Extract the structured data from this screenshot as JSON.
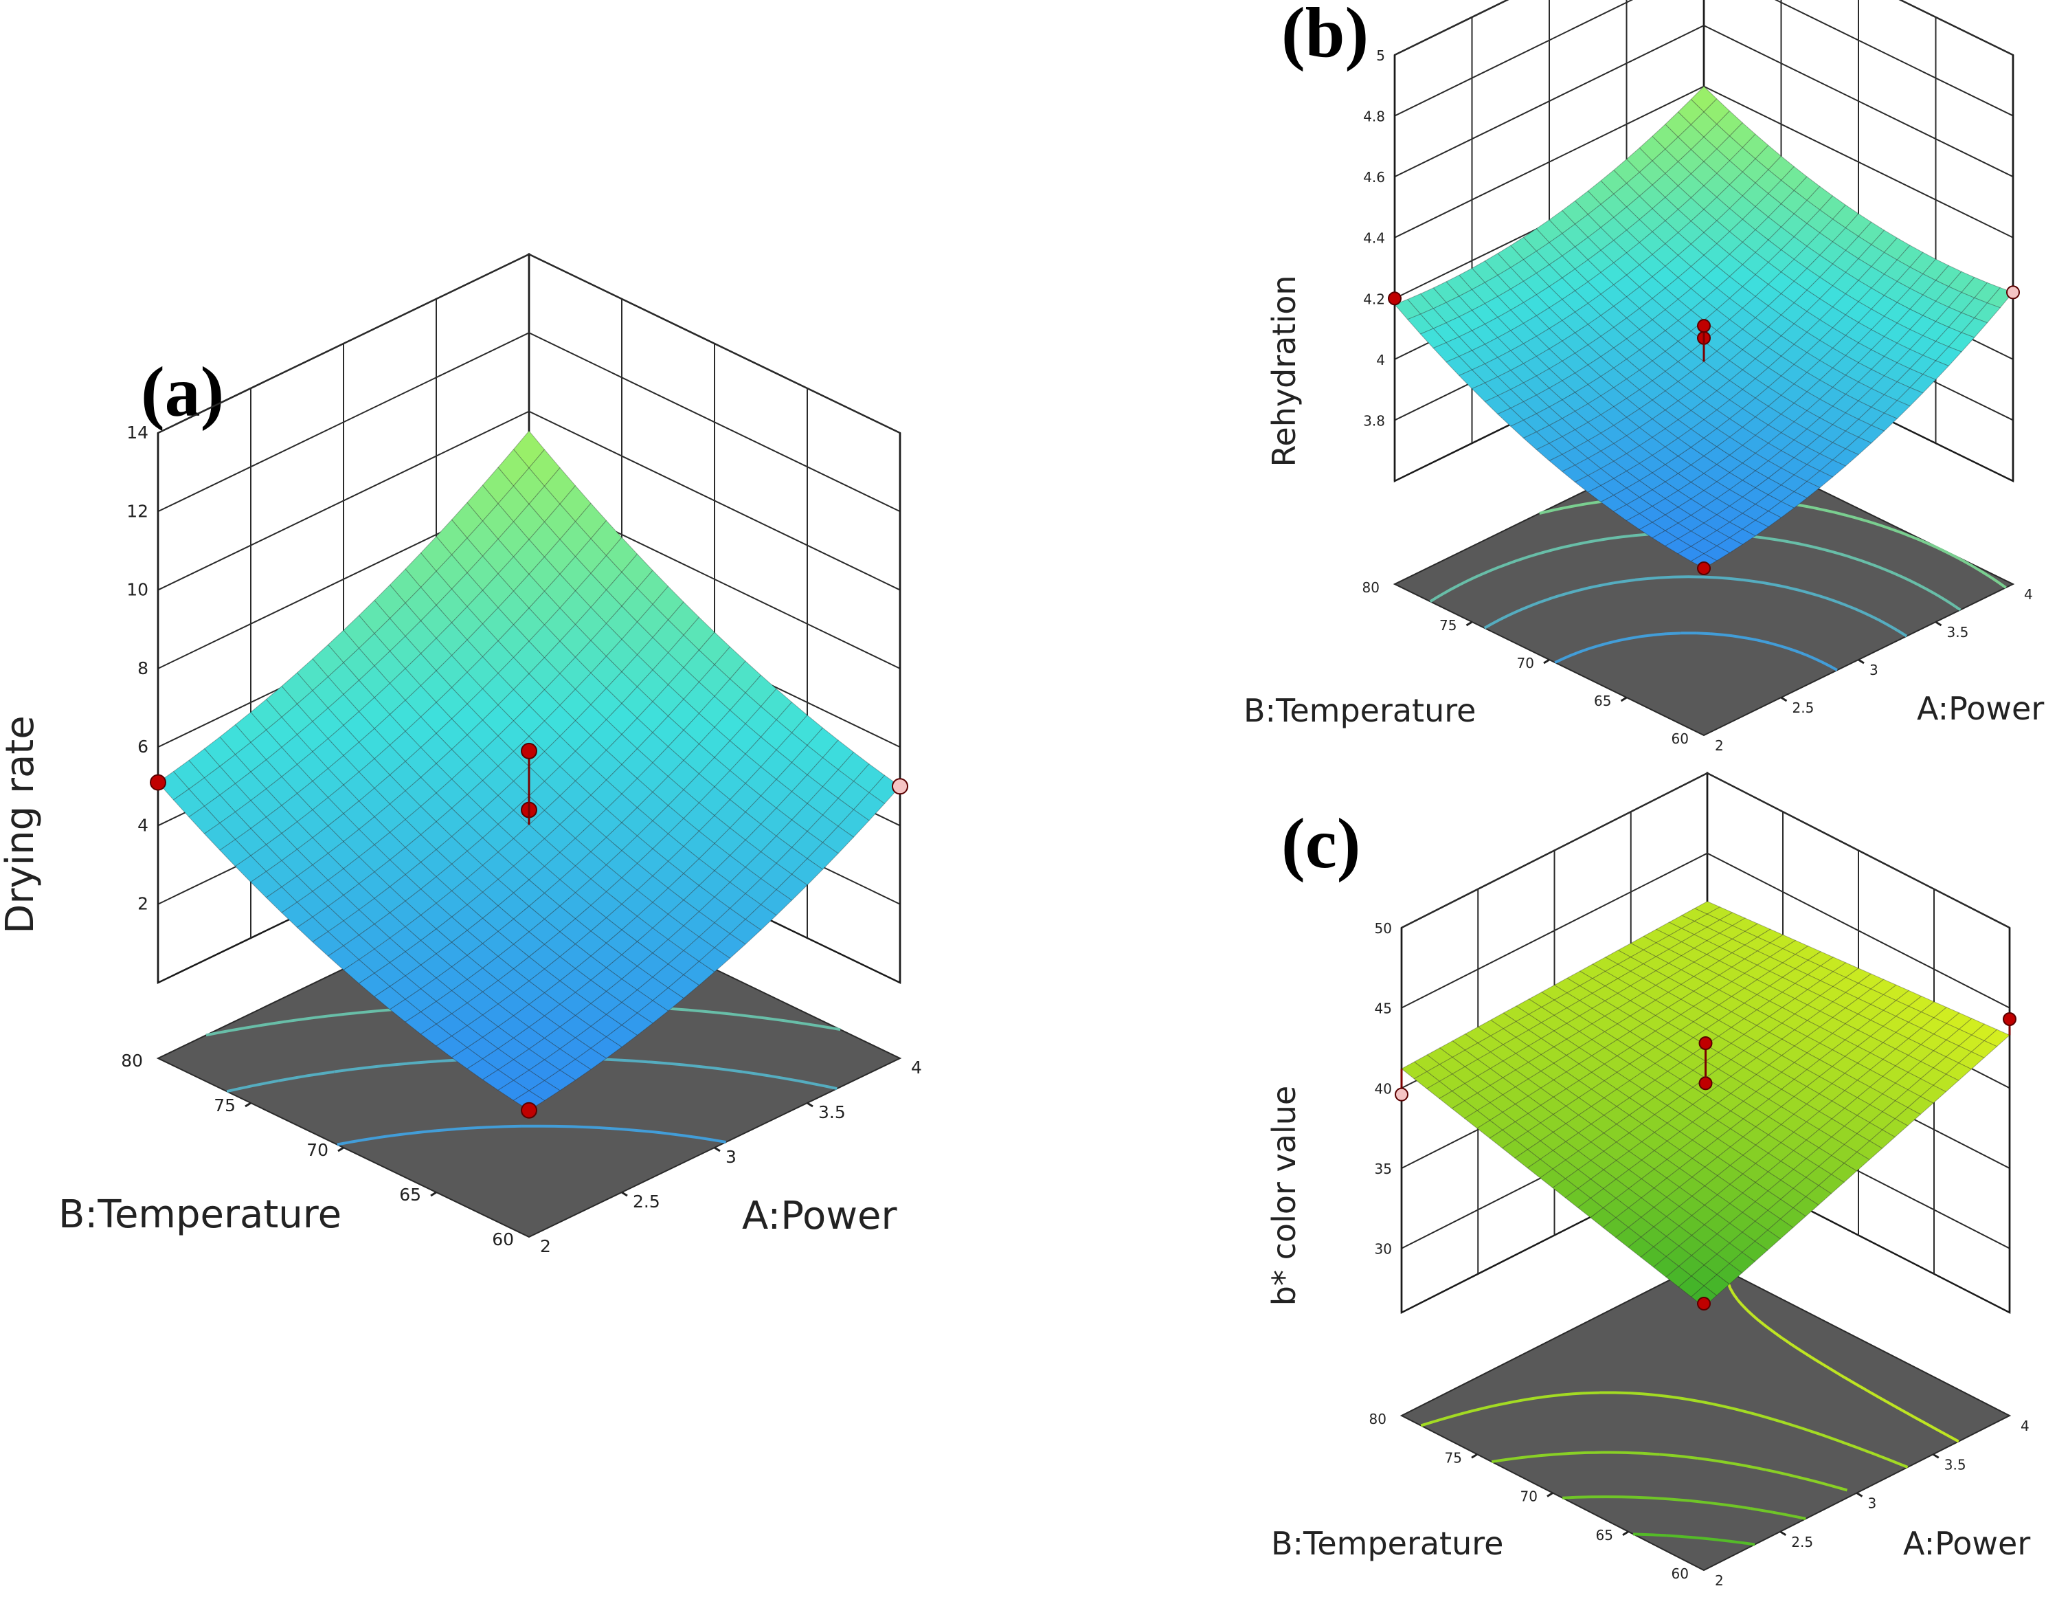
{
  "colors": {
    "low": "#2f8cf0",
    "mid": "#3ee0dc",
    "high": "#a0f060",
    "c_low": "#3ab02a",
    "c_high": "#d8f020",
    "point_above": "#c00000",
    "point_below": "#f5c4c4",
    "floor": "#595959"
  },
  "panels": [
    {
      "letter": "(a)",
      "chart_data": {
        "type": "surface",
        "zlabel": "Drying rate",
        "xlabel": "A:Power",
        "ylabel": "B:Temperature",
        "x_ticks": [
          "2",
          "2.5",
          "3",
          "3.5",
          "4"
        ],
        "y_ticks": [
          "60",
          "65",
          "70",
          "75",
          "80"
        ],
        "z_ticks": [
          "2",
          "4",
          "6",
          "8",
          "10",
          "12",
          "14"
        ],
        "xlim": [
          2,
          4
        ],
        "ylim": [
          60,
          80
        ],
        "zlim": [
          0,
          14
        ],
        "corner_values": {
          "x2_y60": 1.3,
          "x4_y60": 5.0,
          "x2_y80": 5.1,
          "x4_y80": 9.5
        },
        "center_value": 3.9,
        "curvature": 0.6,
        "design_points": [
          {
            "x": 2,
            "y": 60,
            "z": 1.3,
            "above": true
          },
          {
            "x": 3,
            "y": 70,
            "z": 4.4,
            "above": true
          },
          {
            "x": 3,
            "y": 70,
            "z": 5.9,
            "above": true
          },
          {
            "x": 2,
            "y": 80,
            "z": 5.1,
            "above": true
          },
          {
            "x": 4,
            "y": 60,
            "z": 5.0,
            "above": false
          }
        ]
      }
    },
    {
      "letter": "(b)",
      "chart_data": {
        "type": "surface",
        "zlabel": "Rehydration",
        "xlabel": "A:Power",
        "ylabel": "B:Temperature",
        "x_ticks": [
          "2",
          "2.5",
          "3",
          "3.5",
          "4"
        ],
        "y_ticks": [
          "60",
          "65",
          "70",
          "75",
          "80"
        ],
        "z_ticks": [
          "3.8",
          "4",
          "4.2",
          "4.4",
          "4.6",
          "4.8",
          "5"
        ],
        "xlim": [
          2,
          4
        ],
        "ylim": [
          60,
          80
        ],
        "zlim": [
          3.6,
          5.0
        ],
        "corner_values": {
          "x2_y60": 3.81,
          "x4_y60": 4.22,
          "x2_y80": 4.18,
          "x4_y80": 4.4
        },
        "center_value": 4.0,
        "curvature": 0.08,
        "design_points": [
          {
            "x": 2,
            "y": 60,
            "z": 3.81,
            "above": true
          },
          {
            "x": 3,
            "y": 70,
            "z": 4.07,
            "above": true
          },
          {
            "x": 3,
            "y": 70,
            "z": 4.11,
            "above": true
          },
          {
            "x": 2,
            "y": 80,
            "z": 4.2,
            "above": true
          },
          {
            "x": 4,
            "y": 60,
            "z": 4.22,
            "above": false
          }
        ]
      }
    },
    {
      "letter": "(c)",
      "chart_data": {
        "type": "surface",
        "zlabel": "b* color value",
        "xlabel": "A:Power",
        "ylabel": "B:Temperature",
        "x_ticks": [
          "2",
          "2.5",
          "3",
          "3.5",
          "4"
        ],
        "y_ticks": [
          "60",
          "65",
          "70",
          "75",
          "80"
        ],
        "z_ticks": [
          "30",
          "35",
          "40",
          "45",
          "50"
        ],
        "xlim": [
          2,
          4
        ],
        "ylim": [
          60,
          80
        ],
        "zlim": [
          26,
          50
        ],
        "corner_values": {
          "x2_y60": 36.0,
          "x4_y60": 43.3,
          "x2_y80": 41.2,
          "x4_y80": 42.0
        },
        "center_value": 40.6,
        "curvature": 0.0,
        "design_points": [
          {
            "x": 2,
            "y": 60,
            "z": 36.2,
            "above": true
          },
          {
            "x": 3,
            "y": 70,
            "z": 40.3,
            "above": true
          },
          {
            "x": 3,
            "y": 70,
            "z": 42.8,
            "above": true
          },
          {
            "x": 2,
            "y": 80,
            "z": 39.6,
            "above": false
          },
          {
            "x": 4,
            "y": 60,
            "z": 44.3,
            "above": true
          }
        ]
      }
    }
  ]
}
